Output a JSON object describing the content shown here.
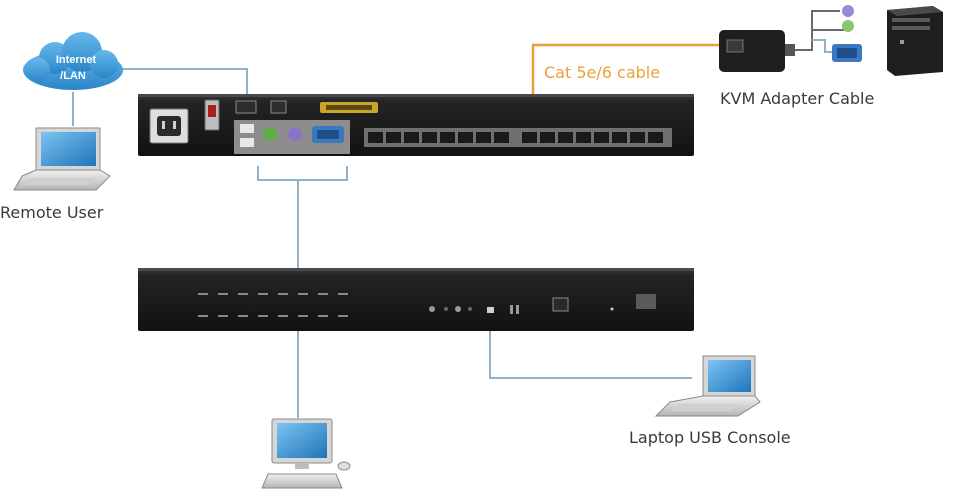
{
  "labels": {
    "cloud_line1": "Internet",
    "cloud_line2": "/LAN",
    "remote_user": "Remote User",
    "cable": "Cat 5e/6 cable",
    "kvm_adapter": "KVM Adapter Cable",
    "laptop_console": "Laptop USB Console"
  },
  "colors": {
    "cable_orange": "#e8a13a",
    "connector_blue": "#8fb2c8",
    "device_body": "#1c1c1c",
    "cloud": "#3d9ddc",
    "screen": "#3c97d8"
  },
  "icons": [
    "cloud-icon",
    "laptop-icon",
    "desktop-computer-icon",
    "tower-pc-icon",
    "kvm-adapter-icon"
  ]
}
